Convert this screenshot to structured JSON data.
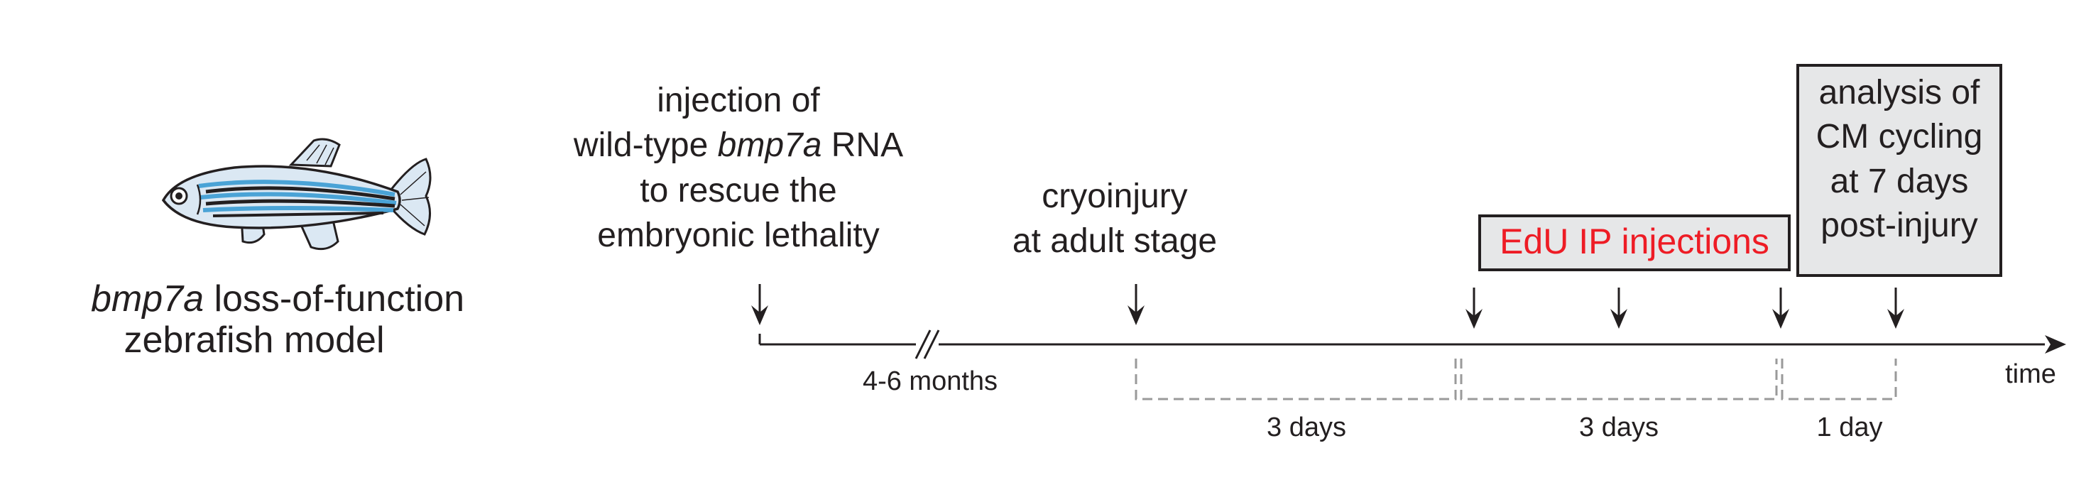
{
  "model": {
    "caption_gene": "bmp7a",
    "caption_rest": " loss-of-function",
    "caption_line2": "zebrafish model",
    "icon": "zebrafish-illustration"
  },
  "events": {
    "injection": {
      "line1": "injection of",
      "line2_prefix": "wild-type ",
      "line2_gene": "bmp7a",
      "line2_suffix": " RNA",
      "line3": "to rescue the",
      "line4": "embryonic lethality"
    },
    "cryoinjury": {
      "line1": "cryoinjury",
      "line2": "at adult stage"
    },
    "edu": {
      "label": "EdU IP injections",
      "color": "#ee1c25"
    },
    "analysis": {
      "line1": "analysis of",
      "line2": "CM cycling",
      "line3": "at 7 days",
      "line4": "post-injury"
    }
  },
  "durations": {
    "months": "4-6 months",
    "period1": "3 days",
    "period2": "3 days",
    "period3": "1 day"
  },
  "axis": {
    "label": "time"
  },
  "colors": {
    "ink": "#231f20",
    "box_fill": "#e6e7e8",
    "dashed": "#9a9a9a",
    "fish_blue": "#4aa3d6",
    "fish_pale": "#dbe8f3"
  }
}
